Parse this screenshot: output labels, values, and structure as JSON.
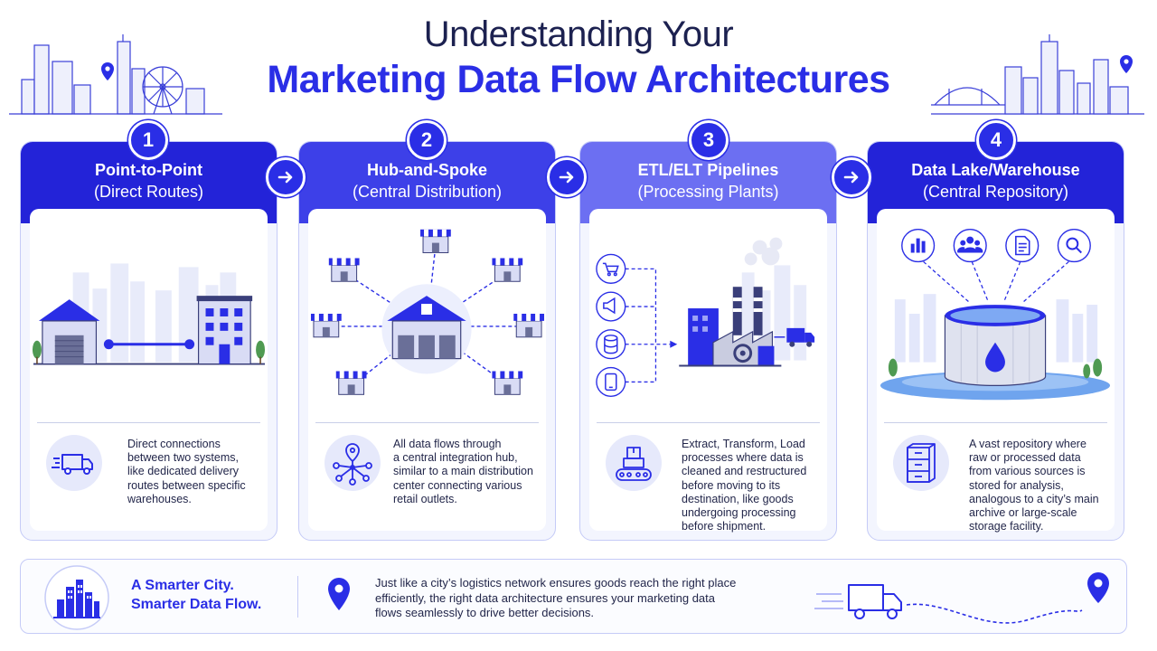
{
  "header": {
    "title_line1": "Understanding Your",
    "title_line2": "Marketing Data Flow Architectures"
  },
  "colors": {
    "primary": "#2a2ee6",
    "header_1": "#2323d8",
    "header_2": "#3d40e8",
    "header_3": "#6c6ff2",
    "header_4": "#2323d8",
    "text_dark": "#1c2150",
    "card_bg": "#f3f5fe",
    "icon_bg": "#e6e9fb"
  },
  "architectures": [
    {
      "number": "1",
      "title": "Point-to-Point",
      "subtitle": "(Direct Routes)",
      "icon": "delivery-truck-icon",
      "description": [
        "Direct connections",
        "between two systems,",
        "like dedicated delivery",
        "routes between specific",
        "warehouses."
      ]
    },
    {
      "number": "2",
      "title": "Hub-and-Spoke",
      "subtitle": "(Central Distribution)",
      "icon": "hub-network-icon",
      "description": [
        "All data flows through",
        "a central integration hub,",
        "similar to a main distribution",
        "center connecting various",
        "retail outlets."
      ]
    },
    {
      "number": "3",
      "title": "ETL/ELT Pipelines",
      "subtitle": "(Processing Plants)",
      "icon": "conveyor-belt-icon",
      "description": [
        "Extract, Transform, Load",
        "processes where data is",
        "cleaned and restructured",
        "before moving to its",
        "destination, like goods",
        "undergoing processing",
        "before shipment."
      ]
    },
    {
      "number": "4",
      "title": "Data Lake/Warehouse",
      "subtitle": "(Central Repository)",
      "icon": "filing-cabinet-icon",
      "description": [
        "A vast repository where",
        "raw or processed data",
        "from various sources is",
        "stored for analysis,",
        "analogous to a city’s main",
        "archive or large-scale",
        "storage facility."
      ]
    }
  ],
  "footer": {
    "tagline_line1": "A Smarter City.",
    "tagline_line2": "Smarter Data Flow.",
    "body": [
      "Just like a city’s logistics network ensures goods reach the right place",
      "efficiently, the right data architecture ensures your marketing data",
      "flows seamlessly to drive better decisions."
    ]
  }
}
